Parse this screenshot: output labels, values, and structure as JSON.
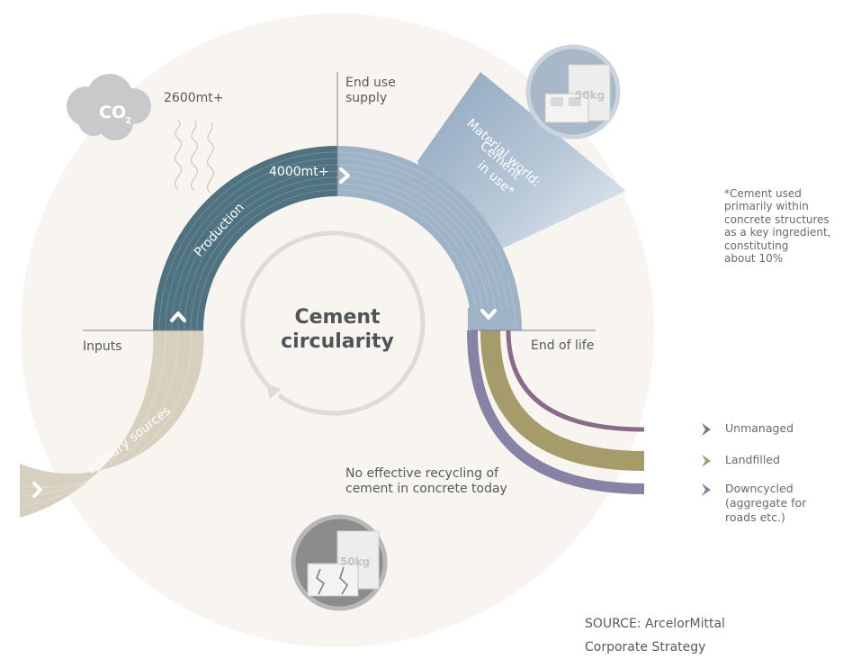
{
  "diagram": {
    "center_title_line1": "Cement",
    "center_title_line2": "circularity",
    "stages": {
      "inputs": "Inputs",
      "primary_sources": "Primary sources",
      "production": "Production",
      "end_use_line1": "End use",
      "end_use_line2": "supply",
      "material_world_line1": "Material world:",
      "material_world_line2": "Cement",
      "material_world_line3": "in use*",
      "end_of_life": "End of life"
    },
    "values": {
      "emissions": "2600mt+",
      "production": "4000mt+"
    },
    "co2": {
      "main": "CO",
      "subscript": "2"
    },
    "bag_label": "50kg",
    "recycling_note_line1": "No effective recycling of",
    "recycling_note_line2": "cement in concrete today"
  },
  "footnote": {
    "lines": [
      "*Cement used",
      "primarily within",
      "concrete structures",
      "as a key ingredient,",
      "constituting",
      "about 10%"
    ]
  },
  "legend": {
    "items": [
      {
        "label": "Unmanaged",
        "color": "#8a6a88"
      },
      {
        "label": "Landfilled",
        "color": "#a69b6b"
      },
      {
        "label": "Downcycled",
        "sub1": "(aggregate for",
        "sub2": "roads etc.)",
        "color": "#8882a6"
      }
    ]
  },
  "source": {
    "line1": "SOURCE: ArcelorMittal",
    "line2": "Corporate Strategy"
  },
  "colors": {
    "background_disc": "#f8f4ef",
    "production_band": "#4f7280",
    "supply_band": "#9fb3c7",
    "primary_band": "#d7d0bf",
    "material_wedge": "#a9bccf",
    "circle_gray": "#dcdcdc",
    "co2_cloud": "#c8c9cb"
  }
}
